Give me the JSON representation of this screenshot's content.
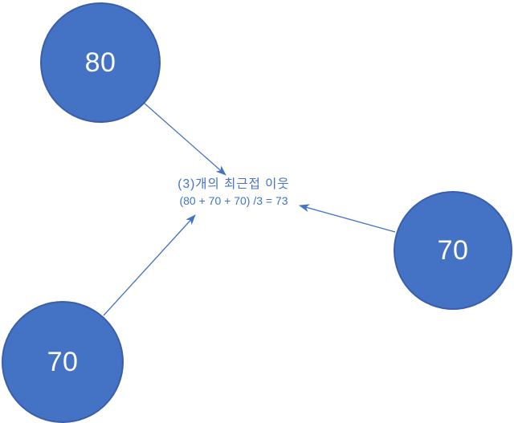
{
  "diagram": {
    "type": "knn-illustration",
    "nodes": [
      {
        "label": "80"
      },
      {
        "label": "70"
      },
      {
        "label": "70"
      }
    ],
    "center_label": {
      "line1": "(3)개의 최근접 이웃",
      "line2": "(80 + 70 + 70) /3 = 73"
    },
    "colors": {
      "background": "#ffffff",
      "node_fill": "#4472c4",
      "node_border": "#3a5ea8",
      "node_text": "#ffffff",
      "arrow": "#4472c4",
      "label_text": "#4472c4"
    }
  }
}
